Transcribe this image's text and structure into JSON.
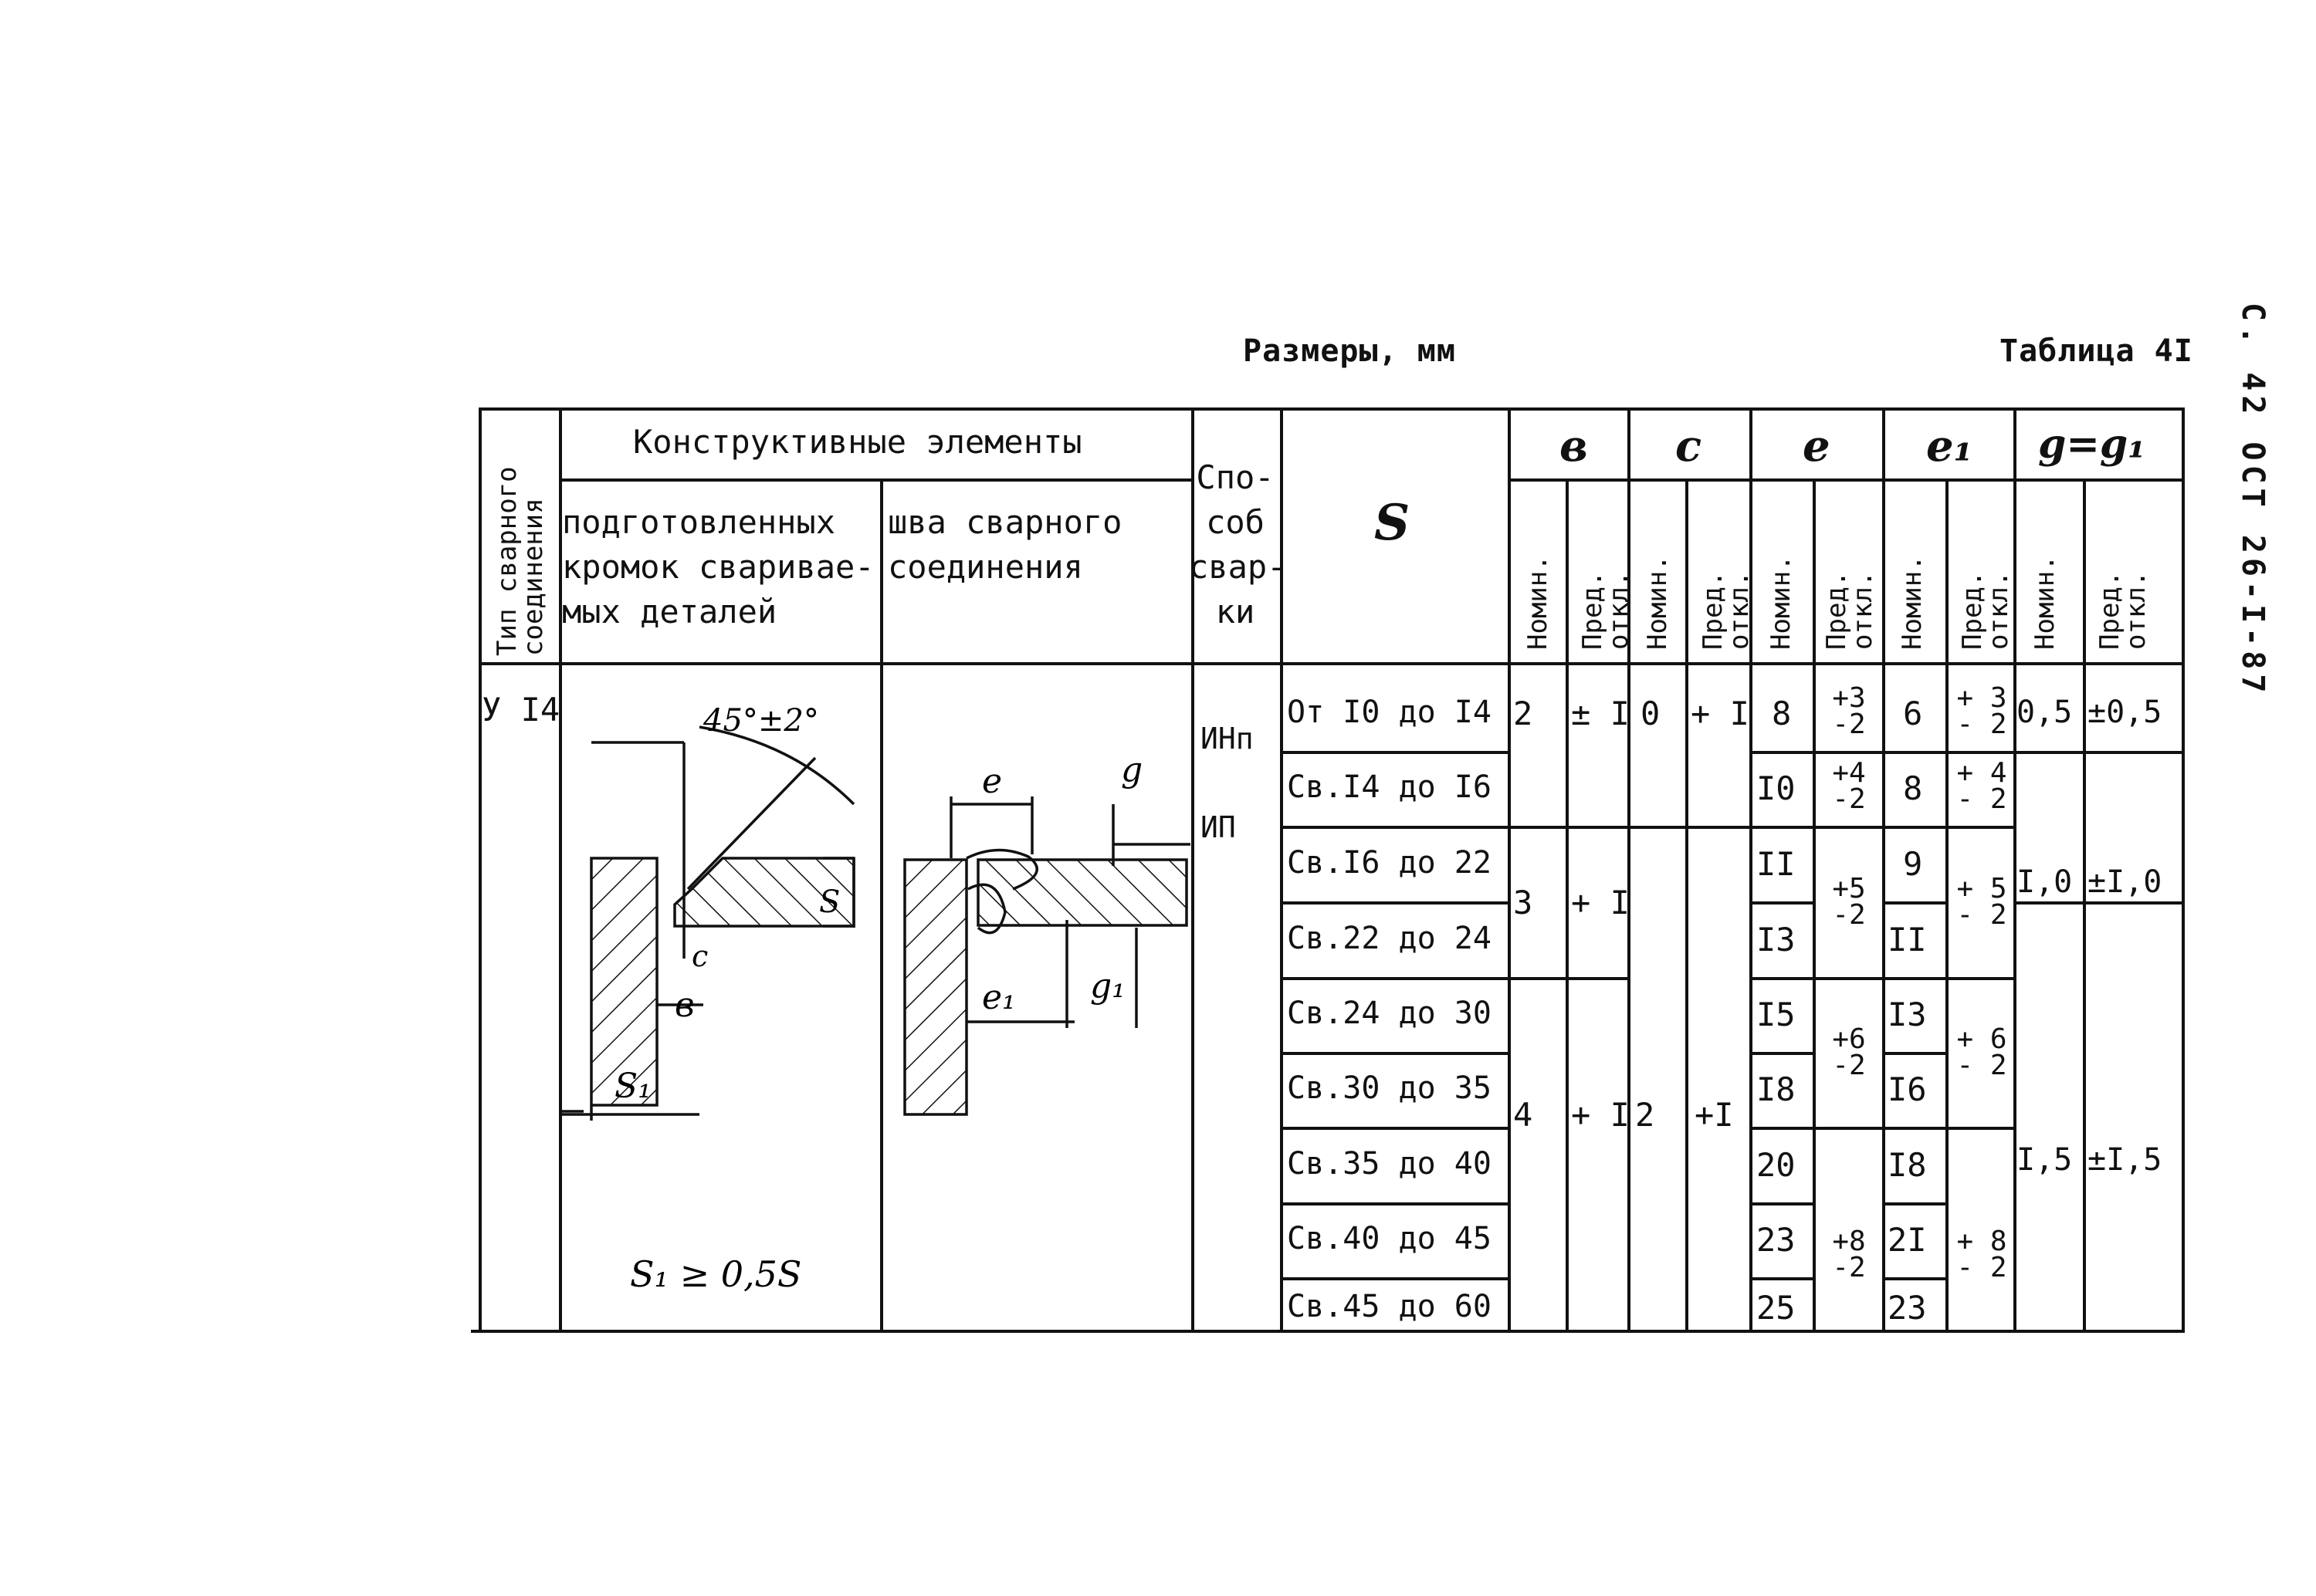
{
  "header": {
    "dimensions": "Размеры, мм",
    "table_no": "Таблица 4I",
    "page_ref": "С. 42   ОСТ 26-I-87"
  },
  "columns": {
    "joint_type": [
      "Тип сварного",
      "соединения"
    ],
    "constructive": "Конструктивные    элементы",
    "prepared_edges": [
      "подготовленных",
      "кромок сваривае-",
      "мых деталей"
    ],
    "weld_seam": [
      "шва сварного",
      "соединения"
    ],
    "method": [
      "Спо-",
      "соб",
      "свар-",
      "ки"
    ],
    "s": "S",
    "b": "в",
    "c": "с",
    "e": "е",
    "e1": "е₁",
    "g": "g=g₁",
    "nom": "Номин.",
    "tol": [
      "Пред.",
      "откл."
    ]
  },
  "joint": {
    "type": "У I4",
    "methods": [
      "ИНп",
      "ИП"
    ],
    "note": "S₁ ≥ 0,5S",
    "sketch1": {
      "angle": "45°±2°",
      "s": "S",
      "c": "c",
      "b": "в",
      "s1": "S₁"
    },
    "sketch2": {
      "e": "e",
      "g": "g",
      "e1": "e₁",
      "g1": "g₁"
    }
  },
  "rows": [
    {
      "s": "От I0 до I4",
      "e_nom": "8",
      "e1_nom": "6"
    },
    {
      "s": "Св.I4 до I6",
      "e_nom": "I0",
      "e1_nom": "8"
    },
    {
      "s": "Св.I6 до 22",
      "e_nom": "II",
      "e1_nom": "9"
    },
    {
      "s": "Св.22 до 24",
      "e_nom": "I3",
      "e1_nom": "II"
    },
    {
      "s": "Св.24 до 30",
      "e_nom": "I5",
      "e1_nom": "I3"
    },
    {
      "s": "Св.30 до 35",
      "e_nom": "I8",
      "e1_nom": "I6"
    },
    {
      "s": "Св.35 до 40",
      "e_nom": "20",
      "e1_nom": "I8"
    },
    {
      "s": "Св.40 до 45",
      "e_nom": "23",
      "e1_nom": "2I"
    },
    {
      "s": "Св.45 до 60",
      "e_nom": "25",
      "e1_nom": "23"
    }
  ],
  "b": [
    {
      "nom": "2",
      "tol": "± I"
    },
    {
      "nom": "3",
      "tol": "+ I"
    },
    {
      "nom": "4",
      "tol": "+ I"
    }
  ],
  "c": [
    {
      "nom": "0",
      "tol": "+ I"
    },
    {
      "nom": "2",
      "tol": "+I"
    }
  ],
  "e_tol": [
    {
      "top": "+3",
      "bot": "-2"
    },
    {
      "top": "+4",
      "bot": "-2"
    },
    {
      "top": "+5",
      "bot": "-2"
    },
    {
      "top": "+6",
      "bot": "-2"
    },
    {
      "top": "+8",
      "bot": "-2"
    }
  ],
  "e1_tol": [
    {
      "top": "+ 3",
      "bot": "- 2"
    },
    {
      "top": "+ 4",
      "bot": "- 2"
    },
    {
      "top": "+ 5",
      "bot": "- 2"
    },
    {
      "top": "+ 6",
      "bot": "- 2"
    },
    {
      "top": "+ 8",
      "bot": "- 2"
    }
  ],
  "g": [
    {
      "nom": "0,5",
      "tol": "±0,5"
    },
    {
      "nom": "I,0",
      "tol": "±I,0"
    },
    {
      "nom": "I,5",
      "tol": "±I,5"
    }
  ]
}
